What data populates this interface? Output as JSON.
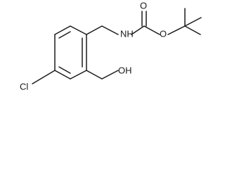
{
  "molecule": {
    "labels": {
      "chlorine": "Cl",
      "amine": "NH",
      "carbonyl_oxygen": "O",
      "ester_oxygen": "O",
      "hydroxyl": "OH"
    }
  }
}
